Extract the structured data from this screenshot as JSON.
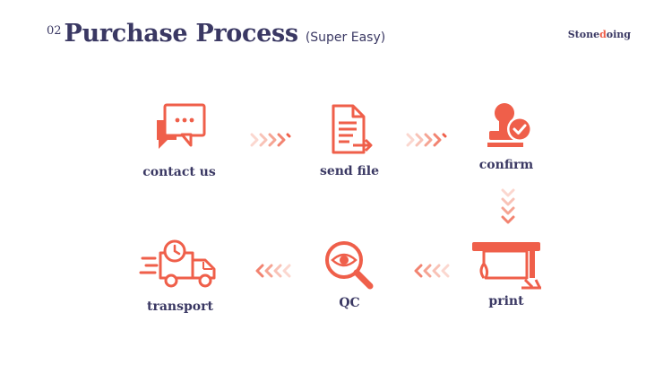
{
  "header": {
    "number": "02",
    "title": "Purchase Process",
    "subtitle": "(Super Easy)"
  },
  "brand": {
    "name_start": "Stone",
    "name_accent": "d",
    "name_end": "oing"
  },
  "colors": {
    "accent": "#ef5f4a",
    "accent_light": "#f8c2b6",
    "text": "#3a3863"
  },
  "steps": [
    {
      "label": "contact us",
      "icon": "chat-bubbles-icon"
    },
    {
      "label": "send file",
      "icon": "document-send-icon"
    },
    {
      "label": "confirm",
      "icon": "stamp-check-icon"
    },
    {
      "label": "print",
      "icon": "large-printer-icon"
    },
    {
      "label": "QC",
      "icon": "magnifier-eye-icon"
    },
    {
      "label": "transport",
      "icon": "delivery-truck-clock-icon"
    }
  ]
}
